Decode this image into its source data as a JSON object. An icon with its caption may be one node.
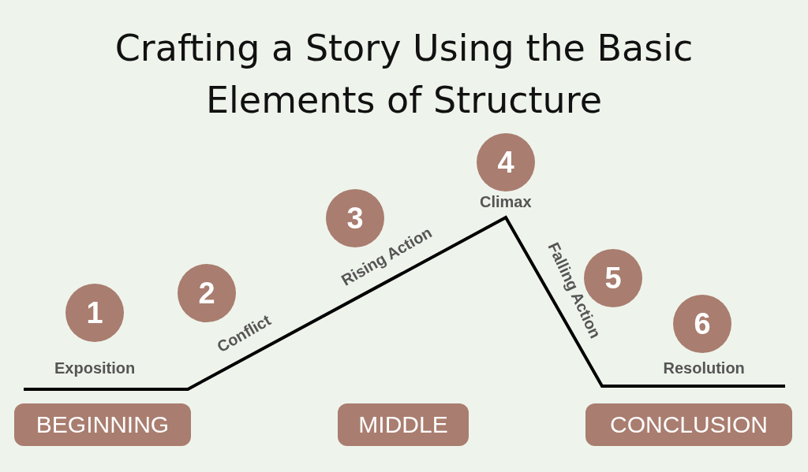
{
  "diagram": {
    "title": "Crafting a Story Using the Basic Elements of Structure",
    "nodes": [
      {
        "text": [
          "1"
        ],
        "beside": [
          "Exposition"
        ]
      },
      {
        "text": [
          "2"
        ],
        "beside": [
          "Conflict"
        ]
      },
      {
        "text": [
          "3"
        ],
        "beside": [
          "Rising Action"
        ]
      },
      {
        "text": [
          "4"
        ],
        "beside": [
          "Climax"
        ]
      },
      {
        "text": [
          "5"
        ],
        "beside": [
          "Falling Action"
        ]
      },
      {
        "text": [
          "6"
        ],
        "beside": [
          "Resolution"
        ]
      },
      {
        "text": [
          "BEGINNING"
        ]
      },
      {
        "text": [
          "MIDDLE"
        ]
      },
      {
        "text": [
          "CONCLUSION"
        ]
      }
    ]
  }
}
